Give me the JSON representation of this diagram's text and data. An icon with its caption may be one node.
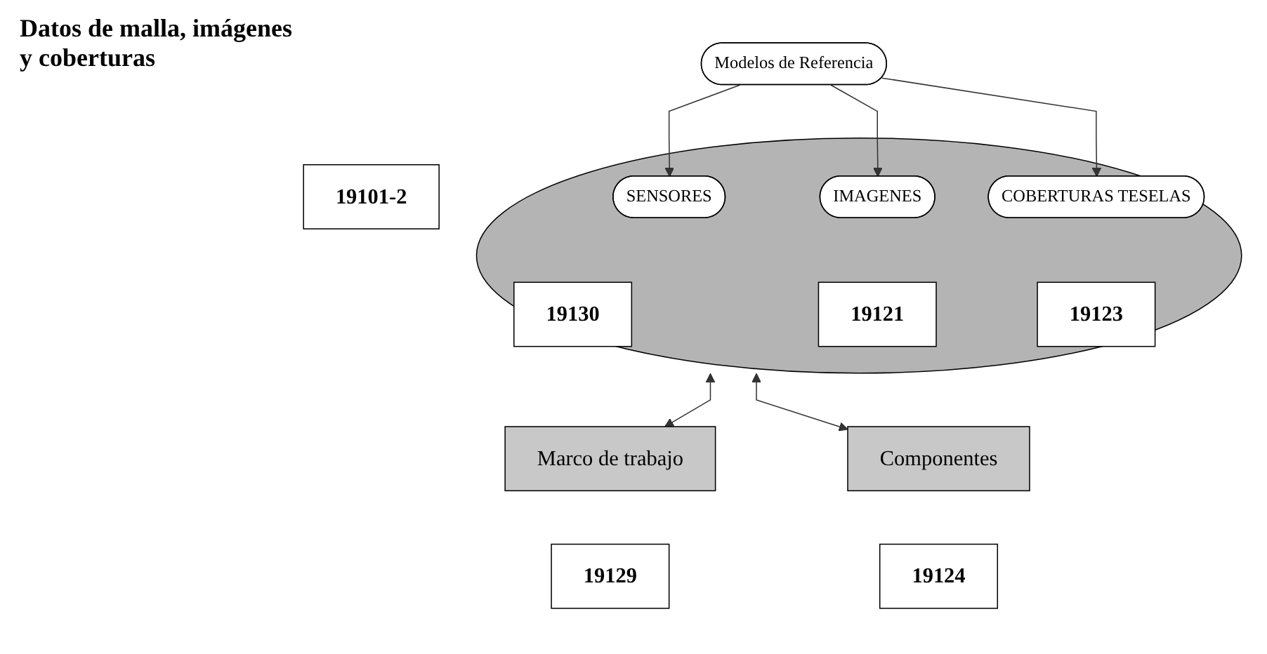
{
  "diagram": {
    "title": "Datos de malla, imágenes y coberturas",
    "nodes": [
      {
        "text": [
          "Modelos de Referencia"
        ]
      },
      {
        "text": [
          "19101-2"
        ]
      },
      {
        "text": [],
        "shape": "ellipse"
      },
      {
        "text": [
          "SENSORES"
        ],
        "in": 2
      },
      {
        "text": [
          "19130"
        ],
        "in": 2
      },
      {
        "text": [
          "IMAGENES"
        ],
        "in": 2
      },
      {
        "text": [
          "19121"
        ],
        "in": 2
      },
      {
        "text": [
          "COBERTURAS TESELAS"
        ],
        "in": 2
      },
      {
        "text": [
          "19123"
        ],
        "in": 2
      },
      {
        "text": [
          "Marco de trabajo"
        ]
      },
      {
        "text": [
          "19129"
        ]
      },
      {
        "text": [
          "Componentes"
        ]
      },
      {
        "text": [
          "19124"
        ]
      }
    ],
    "edges": [
      {
        "from": 0,
        "to": 3,
        "arrow": "to"
      },
      {
        "from": 0,
        "to": 5,
        "arrow": "to"
      },
      {
        "from": 0,
        "to": 7,
        "arrow": "to"
      },
      {
        "from": 2,
        "to": 9,
        "arrow": "both"
      },
      {
        "from": 2,
        "to": 11,
        "arrow": "both"
      }
    ]
  }
}
